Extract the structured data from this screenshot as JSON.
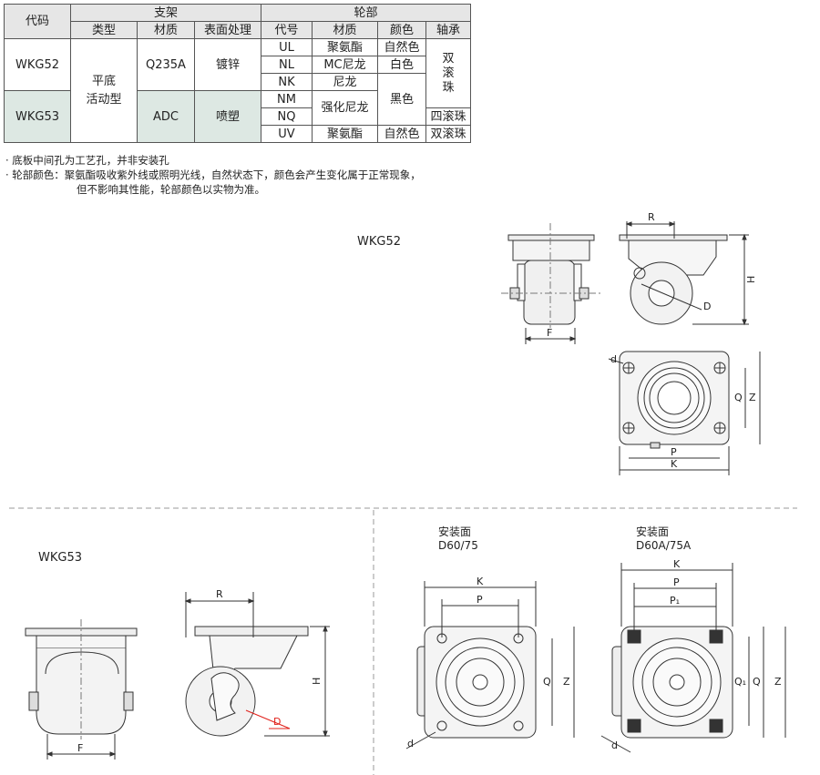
{
  "table": {
    "group_headers": {
      "code": "代码",
      "bracket": "支架",
      "wheel": "轮部"
    },
    "sub_headers": {
      "type": "类型",
      "material": "材质",
      "surface": "表面处理",
      "wheel_code": "代号",
      "wheel_material": "材质",
      "color": "颜色",
      "bearing": "轴承"
    },
    "models": {
      "wkg52": "WKG52",
      "wkg53": "WKG53"
    },
    "type_value": "平底\n活动型",
    "bracket_52": {
      "material": "Q235A",
      "surface": "镀锌"
    },
    "bracket_53": {
      "material": "ADC",
      "surface": "喷塑"
    },
    "rows": [
      {
        "code": "UL",
        "material": "聚氨酯",
        "color": "自然色"
      },
      {
        "code": "NL",
        "material": "MC尼龙",
        "color": "白色"
      },
      {
        "code": "NK",
        "material": "尼龙"
      },
      {
        "code": "NM"
      },
      {
        "code": "NQ"
      },
      {
        "code": "UV",
        "material": "聚氨酯",
        "color": "自然色",
        "bearing": "双滚珠"
      }
    ],
    "nylon_reinforced": "强化尼龙",
    "black": "黑色",
    "double_ball": "双\n滚\n珠",
    "four_ball": "四滚珠"
  },
  "notes": [
    "· 底板中间孔为工艺孔，并非安装孔",
    "· 轮部颜色：聚氨酯吸收紫外线或照明光线，自然状态下，颜色会产生变化属于正常现象，",
    "但不影响其性能，轮部颜色以实物为准。"
  ],
  "drawings": {
    "wkg52_title": "WKG52",
    "wkg53_title": "WKG53",
    "mount_a_title": "安装面",
    "mount_a_sub": "D60/75",
    "mount_b_title": "安装面",
    "mount_b_sub": "D60A/75A",
    "dims": {
      "R": "R",
      "H": "H",
      "D": "D",
      "F": "F",
      "d": "d",
      "P": "P",
      "K": "K",
      "Q": "Q",
      "Z": "Z",
      "P1": "P₁",
      "Q1": "Q₁"
    }
  },
  "colors": {
    "table_header": "#e6e6e6",
    "tint": "#dde8e3",
    "red_dim": "#e0201a"
  }
}
